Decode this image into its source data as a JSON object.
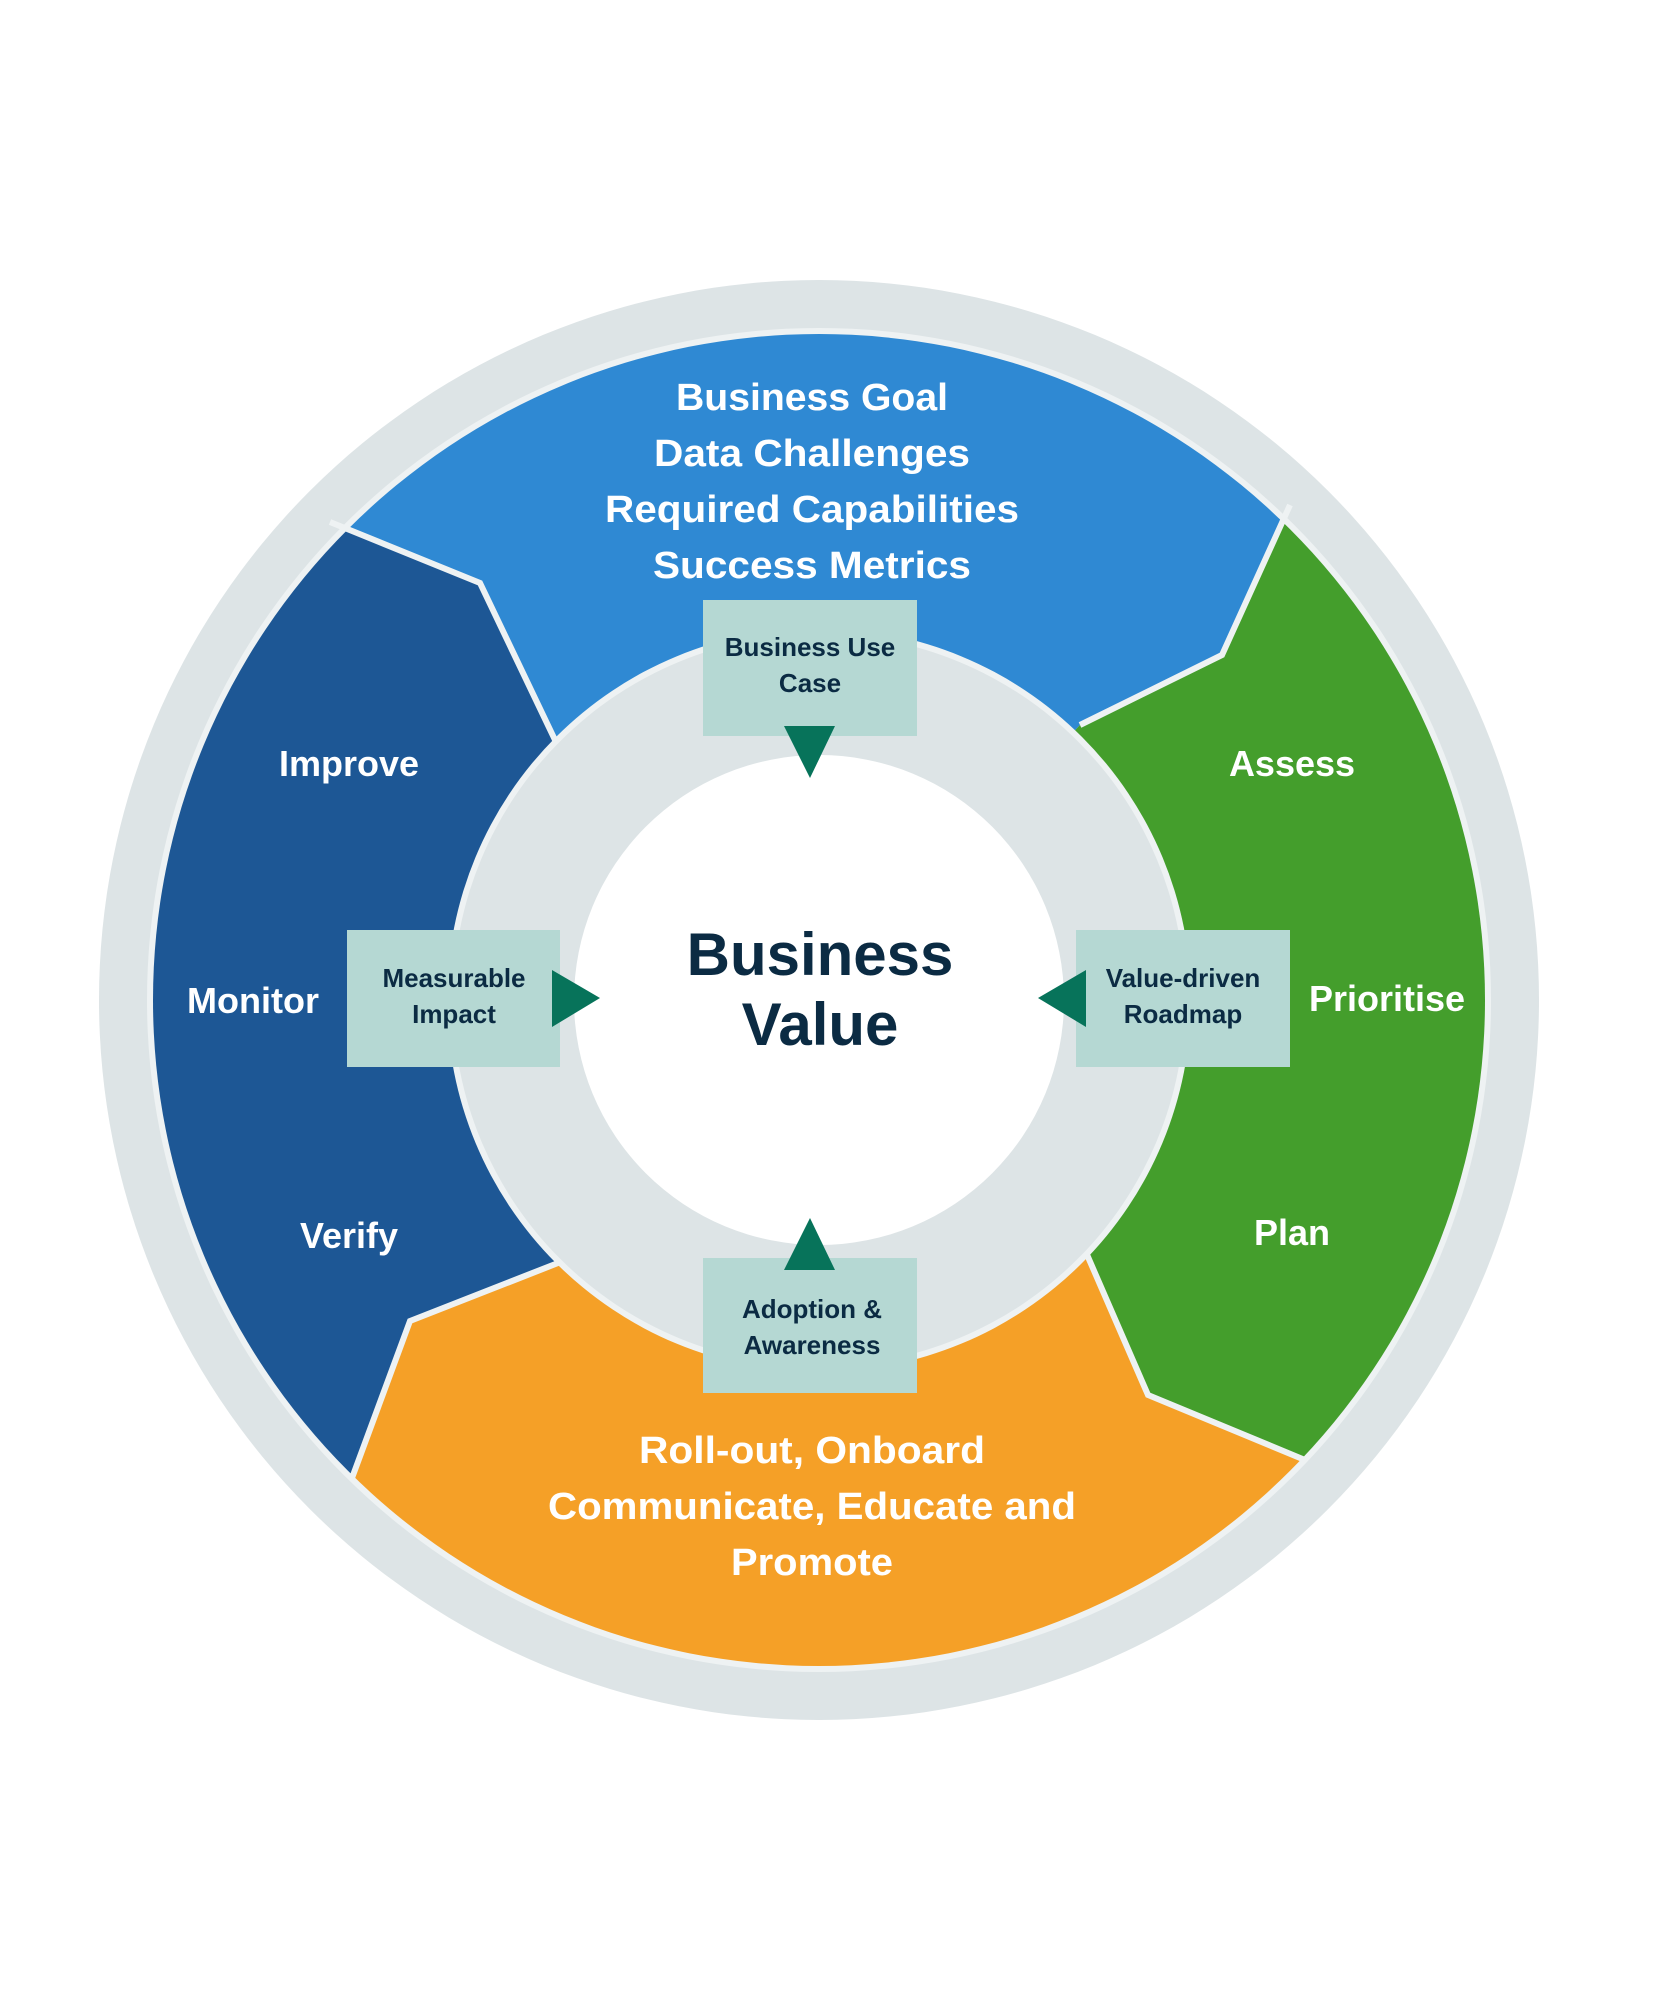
{
  "diagram": {
    "title_lines": [
      "Business",
      "Value"
    ],
    "colors": {
      "outer_ring": "#dde4e6",
      "inner_ring": "#dde4e6",
      "separator": "#eef2f3",
      "center": "#ffffff",
      "box_fill": "#b5d8d3",
      "arrow": "#07735a",
      "dark_text": "#0b2b43",
      "light_text": "#ffffff"
    },
    "segments": [
      {
        "id": "define",
        "color": "#2f89d3",
        "lines": [
          "Business Goal",
          "Data Challenges",
          "Required Capabilities",
          "Success Metrics"
        ]
      },
      {
        "id": "prioritise",
        "color": "#449e2c",
        "lines": [
          "Assess",
          "Prioritise",
          "Plan"
        ]
      },
      {
        "id": "adopt",
        "color": "#f5a027",
        "lines": [
          "Roll-out, Onboard",
          "Communicate, Educate and",
          "Promote"
        ]
      },
      {
        "id": "measure",
        "color": "#1d5795",
        "lines": [
          "Improve",
          "Monitor",
          "Verify"
        ]
      }
    ],
    "boxes": [
      {
        "id": "business-use-case",
        "lines": [
          "Business Use",
          "Case"
        ],
        "arrow": "down"
      },
      {
        "id": "value-driven-roadmap",
        "lines": [
          "Value-driven",
          "Roadmap"
        ],
        "arrow": "left"
      },
      {
        "id": "adoption-awareness",
        "lines": [
          "Adoption &",
          "Awareness"
        ],
        "arrow": "up"
      },
      {
        "id": "measurable-impact",
        "lines": [
          "Measurable",
          "Impact"
        ],
        "arrow": "right"
      }
    ]
  }
}
